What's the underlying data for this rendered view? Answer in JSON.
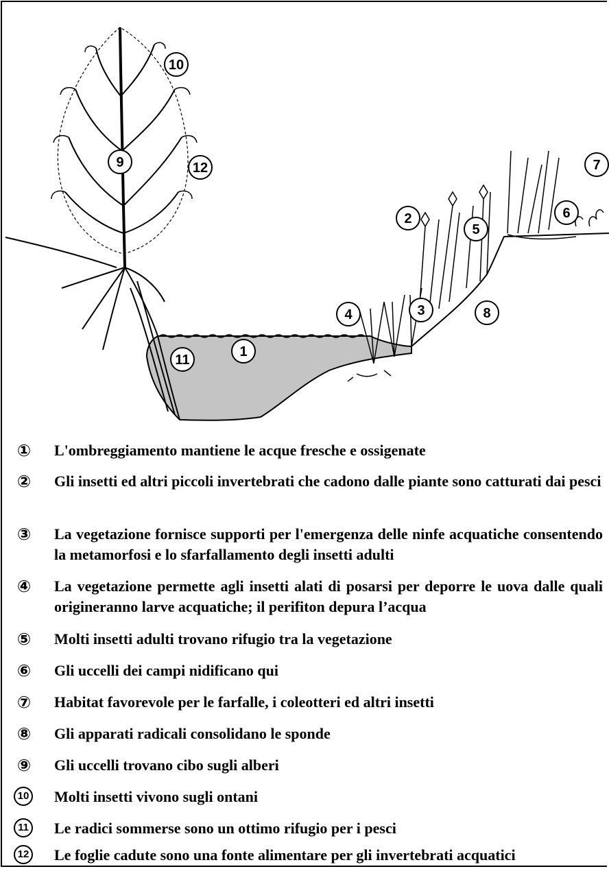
{
  "diagram": {
    "callouts": [
      {
        "num": "10",
        "ref": "tree-top"
      },
      {
        "num": "9",
        "ref": "tree-trunk"
      },
      {
        "num": "12",
        "ref": "tree-leaves"
      },
      {
        "num": "7",
        "ref": "field-flowers"
      },
      {
        "num": "6",
        "ref": "field-grass"
      },
      {
        "num": "2",
        "ref": "bank-plants"
      },
      {
        "num": "5",
        "ref": "reeds"
      },
      {
        "num": "4",
        "ref": "shore-plants"
      },
      {
        "num": "3",
        "ref": "emergent-plants"
      },
      {
        "num": "8",
        "ref": "bank-roots"
      },
      {
        "num": "1",
        "ref": "water"
      },
      {
        "num": "11",
        "ref": "submerged-roots"
      }
    ]
  },
  "legend": [
    {
      "marker": "①",
      "text": "L'ombreggiamento mantiene le acque fresche e ossigenate"
    },
    {
      "marker": "②",
      "text": "Gli insetti ed altri piccoli invertebrati che cadono dalle piante sono catturati dai pesci"
    },
    {
      "marker": "③",
      "text": "La vegetazione fornisce supporti per l'emergenza delle ninfe acquatiche consentendo la metamorfosi e lo sfarfallamento degli insetti adulti"
    },
    {
      "marker": "④",
      "text": "La vegetazione permette agli insetti alati di posarsi per deporre le uova dalle quali origineranno larve acquatiche; il perifiton depura l’acqua"
    },
    {
      "marker": "⑤",
      "text": "Molti insetti adulti trovano rifugio tra la vegetazione"
    },
    {
      "marker": "⑥",
      "text": "Gli uccelli dei campi nidificano qui"
    },
    {
      "marker": "⑦",
      "text": "Habitat favorevole per le farfalle, i coleotteri ed altri insetti"
    },
    {
      "marker": "⑧",
      "text": "Gli apparati radicali consolidano le sponde"
    },
    {
      "marker": "⑨",
      "text": "Gli uccelli trovano cibo sugli alberi"
    },
    {
      "marker": "10",
      "text": "Molti insetti vivono sugli ontani"
    },
    {
      "marker": "11",
      "text": "Le radici sommerse sono un ottimo rifugio per i pesci"
    },
    {
      "marker": "12",
      "text": "Le foglie cadute sono una fonte alimentare per gli invertebrati acquatici"
    }
  ]
}
